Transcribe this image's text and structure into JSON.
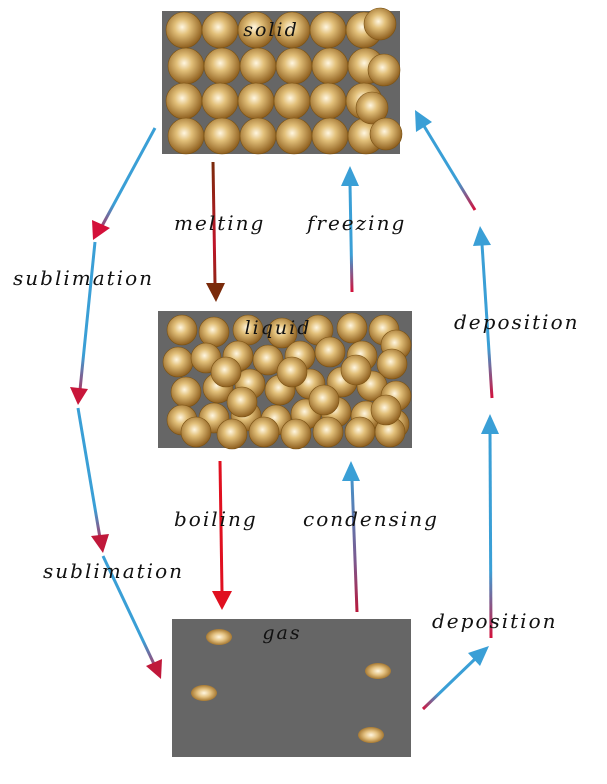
{
  "states": {
    "solid": "solid",
    "liquid": "liquid",
    "gas": "gas"
  },
  "transitions": {
    "melting": "melting",
    "freezing": "freezing",
    "boiling": "boiling",
    "condensing": "condensing",
    "sublimation_upper": "sublimation",
    "sublimation_lower": "sublimation",
    "deposition_upper": "deposition",
    "deposition_lower": "deposition"
  },
  "colors": {
    "box_fill": "#666666",
    "particle_light": "#fff3d6",
    "particle_mid": "#d4aa63",
    "particle_dark": "#8a5a1a",
    "arrow_blue": "#3a9fd6",
    "arrow_red": "#d4103a",
    "arrow_brown": "#7a2a0a"
  }
}
